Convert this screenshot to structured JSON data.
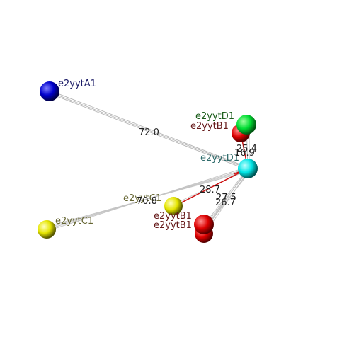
{
  "nodes": {
    "A1": {
      "label": "e2yytA1",
      "color": "#0000cc",
      "label_color": "#1a1a66"
    },
    "D1_top": {
      "label": "e2yytD1",
      "color": "#00dd33",
      "label_color": "#1a5c1a"
    },
    "B1_top": {
      "label": "e2yytB1",
      "color": "#dd0000",
      "label_color": "#661a1a"
    },
    "D1_center": {
      "label": "e2yytD1",
      "color": "#00e5e5",
      "label_color": "#2e6b6b"
    },
    "C1_mid": {
      "label": "e2yytC1",
      "color": "#e5e500",
      "label_color": "#666633"
    },
    "C1_left": {
      "label": "e2yytC1",
      "color": "#e5e500",
      "label_color": "#666633"
    },
    "B1_low_a": {
      "label": "e2yytB1",
      "color": "#dd0000",
      "label_color": "#661a1a"
    },
    "B1_low_b": {
      "label": "e2yytB1",
      "color": "#dd0000",
      "label_color": "#661a1a"
    }
  },
  "distances": {
    "A1_D1": "72.0",
    "D1_C1_left": "70.8",
    "D1_C1_mid": "28.7",
    "D1_B1_low_a": "27.5",
    "D1_B1_low_b": "26.7",
    "D1_B1_top": "25.4",
    "D1_D1_top": "16.9"
  },
  "colors": {
    "bond_gray": "#b8b8b8",
    "bond_red": "#cc1111"
  }
}
